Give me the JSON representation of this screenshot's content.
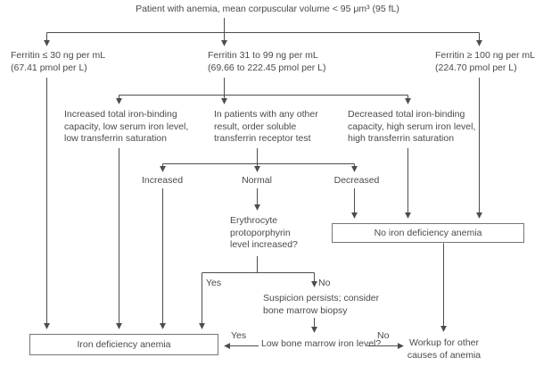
{
  "diagram": {
    "nodes": {
      "patient": "Patient with anemia, mean corpuscular volume < 95 μm³ (95 fL)",
      "ferritin_low": "Ferritin ≤ 30 ng per mL\n(67.41 pmol per L)",
      "ferritin_mid": "Ferritin 31 to 99 ng per mL\n(69.66 to 222.45 pmol per L)",
      "ferritin_high": "Ferritin ≥ 100 ng per mL\n(224.70 pmol per L)",
      "tibc_increased": "Increased total iron-binding\ncapacity, low serum iron level,\nlow transferrin saturation",
      "other_result": "In patients with any other\nresult, order soluble\ntransferrin receptor test",
      "tibc_decreased": "Decreased total iron-binding\ncapacity, high serum iron level,\nhigh transferrin saturation",
      "increased": "Increased",
      "normal": "Normal",
      "decreased": "Decreased",
      "erythrocyte": "Erythrocyte\nprotoporphyrin\nlevel increased?",
      "no_ida_box": "No iron deficiency anemia",
      "suspicion": "Suspicion persists; consider\nbone marrow biopsy",
      "ida_box": "Iron deficiency anemia",
      "low_bone_marrow": "Low bone marrow iron level?",
      "workup": "Workup for other\ncauses of anemia"
    },
    "edge_labels": {
      "yes_upper": "Yes",
      "no_upper": "No",
      "yes_lower": "Yes",
      "no_lower": "No"
    },
    "colors": {
      "line": "#4d4d4d",
      "text": "#4a4a4a",
      "box_border": "#757575",
      "background": "#ffffff"
    }
  }
}
